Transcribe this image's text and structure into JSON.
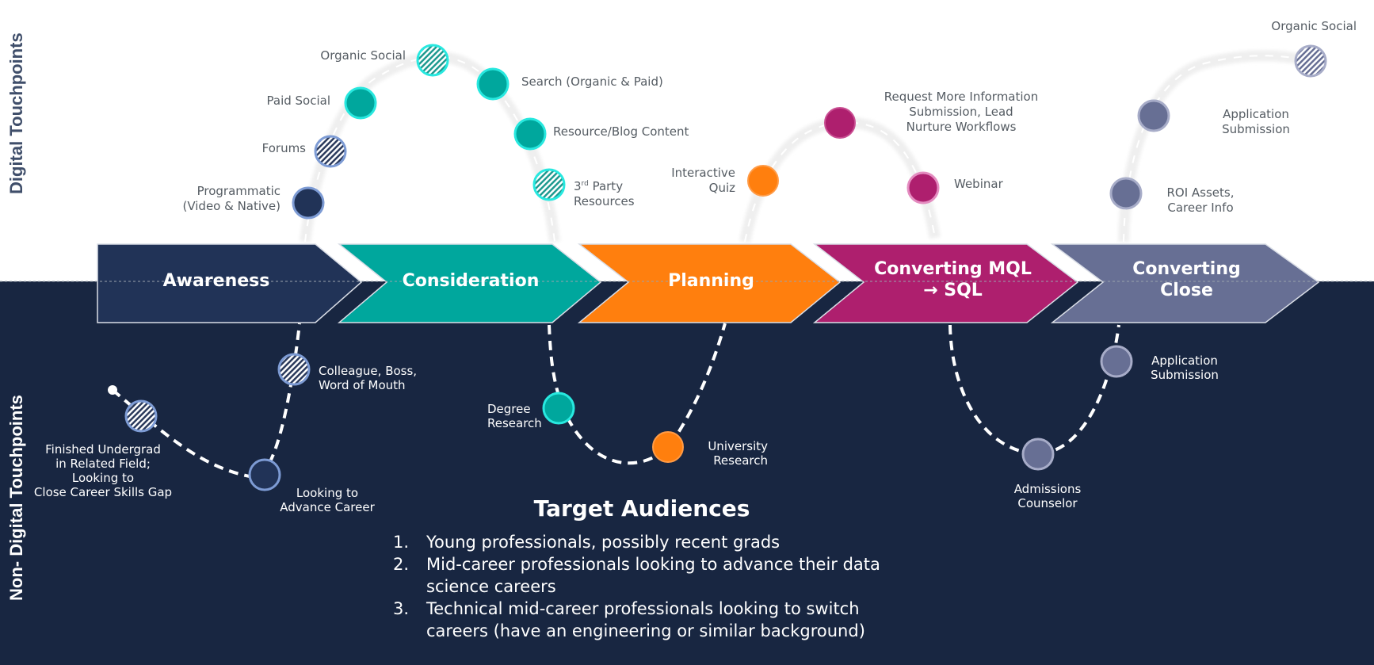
{
  "side_labels": {
    "digital": "Digital Touchpoints",
    "non_digital": "Non- Digital Touchpoints"
  },
  "colors": {
    "navy": "#213357",
    "teal": "#00a79d",
    "orange": "#ff7f0e",
    "magenta": "#ae1f6e",
    "slate": "#676f94",
    "bottom_bg": "#182641"
  },
  "stages": [
    {
      "label": "Awareness",
      "color": "#213357"
    },
    {
      "label": "Consideration",
      "color": "#00a79d"
    },
    {
      "label": "Planning",
      "color": "#ff7f0e"
    },
    {
      "label_line1": "Converting MQL",
      "label_line2": "→ SQL",
      "color": "#ae1f6e"
    },
    {
      "label_line1": "Converting",
      "label_line2": "Close",
      "color": "#676f94"
    }
  ],
  "digital_touchpoints": {
    "programmatic": {
      "line1": "Programmatic",
      "line2": "(Video & Native)"
    },
    "forums": "Forums",
    "paid_social": "Paid Social",
    "organic_social_1": "Organic Social",
    "search": "Search (Organic & Paid)",
    "blog": "Resource/Blog Content",
    "third_party": {
      "prefix": "3",
      "sup": "rd",
      "line1_rest": " Party",
      "line2": "Resources"
    },
    "quiz": {
      "line1": "Interactive",
      "line2": "Quiz"
    },
    "rmi": {
      "line1": "Request More Information",
      "line2": "Submission, Lead",
      "line3": "Nurture Workflows"
    },
    "webinar": "Webinar",
    "roi": {
      "line1": "ROI Assets,",
      "line2": "Career Info"
    },
    "application": {
      "line1": "Application",
      "line2": "Submission"
    },
    "organic_social_2": "Organic Social"
  },
  "non_digital_touchpoints": {
    "undergrad": {
      "line1": "Finished Undergrad",
      "line2": "in Related Field;",
      "line3": "Looking to",
      "line4": "Close Career Skills Gap"
    },
    "colleague": {
      "line1": "Colleague, Boss,",
      "line2": "Word of Mouth"
    },
    "advance": {
      "line1": "Looking to",
      "line2": "Advance Career"
    },
    "degree": {
      "line1": "Degree",
      "line2": "Research"
    },
    "university": {
      "line1": "University",
      "line2": "Research"
    },
    "admissions": {
      "line1": "Admissions",
      "line2": "Counselor"
    },
    "application": {
      "line1": "Application",
      "line2": "Submission"
    }
  },
  "target_audiences": {
    "title": "Target Audiences",
    "items": [
      {
        "num": "1.",
        "line1": "Young professionals, possibly recent grads"
      },
      {
        "num": "2.",
        "line1": "Mid-career professionals looking to advance their data",
        "line2": "science careers"
      },
      {
        "num": "3.",
        "line1": "Technical mid-career professionals looking to switch",
        "line2": "careers (have an engineering or similar background)"
      }
    ]
  }
}
